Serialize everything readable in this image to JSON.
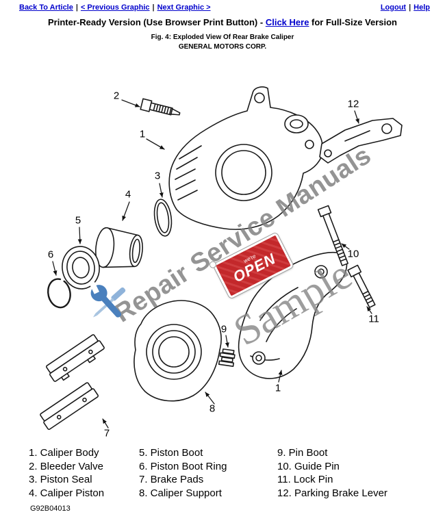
{
  "nav": {
    "separator": "|",
    "back_to_article": "Back To Article",
    "previous_graphic": "< Previous Graphic",
    "next_graphic": "Next Graphic >",
    "logout": "Logout",
    "help": "Help"
  },
  "header": {
    "title_prefix": "Printer-Ready Version (Use Browser Print Button) - ",
    "click_here_label": "Click Here",
    "title_suffix": " for Full-Size Version",
    "figure_caption": "Fig. 4: Exploded View Of Rear Brake Caliper",
    "company": "GENERAL MOTORS CORP."
  },
  "diagram": {
    "watermark_primary": "Repair Service Manuals",
    "watermark_secondary": "Sample",
    "open_sign": {
      "small_text": "we're",
      "main_text": "OPEN"
    },
    "callouts": [
      "2",
      "1",
      "12",
      "3",
      "4",
      "5",
      "6",
      "10",
      "11",
      "9",
      "8",
      "1",
      "7"
    ]
  },
  "legend": {
    "columns": [
      {
        "items": [
          "1. Caliper Body",
          "2. Bleeder Valve",
          "3. Piston Seal",
          "4. Caliper Piston"
        ]
      },
      {
        "items": [
          "5. Piston Boot",
          "6. Piston Boot Ring",
          "7. Brake Pads",
          "8. Caliper Support"
        ]
      },
      {
        "items": [
          "9. Pin Boot",
          "10. Guide Pin",
          "11. Lock Pin",
          "12. Parking Brake Lever"
        ]
      }
    ]
  },
  "footer": {
    "figure_code": "G92B04013"
  }
}
